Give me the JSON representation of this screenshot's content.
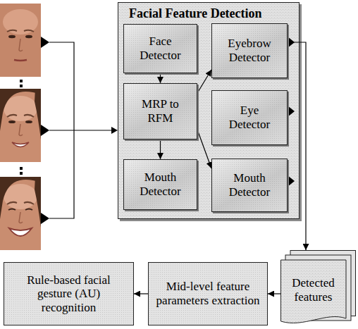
{
  "diagram": {
    "nodes": [
      {
        "text": [
          "Facial Feature Detection"
        ]
      },
      {
        "text": [
          "Face Detector"
        ],
        "in": 0
      },
      {
        "text": [
          "MRP to RFM"
        ],
        "in": 0
      },
      {
        "text": [
          "Mouth Detector"
        ],
        "in": 0
      },
      {
        "text": [
          "Eyebrow Detector"
        ],
        "in": 0
      },
      {
        "text": [
          "Eye Detector"
        ],
        "in": 0
      },
      {
        "text": [
          "Mouth Detector"
        ],
        "in": 0
      },
      {
        "text": [
          "Rule-based facial gesture (AU) recognition"
        ]
      },
      {
        "text": [
          "Mid-level feature parameters extraction"
        ]
      },
      {
        "text": [
          "Detected features"
        ]
      }
    ],
    "edges": [
      {
        "from": 1,
        "to": 2,
        "arrow": "to"
      },
      {
        "from": 2,
        "to": 3,
        "arrow": "to"
      },
      {
        "from": 2,
        "to": 4,
        "arrow": "to"
      },
      {
        "from": 2,
        "to": 6,
        "arrow": "to"
      },
      {
        "from": 4,
        "to": 9,
        "arrow": "to"
      },
      {
        "from": 9,
        "to": 8,
        "arrow": "to"
      },
      {
        "from": 8,
        "to": 7,
        "arrow": "to"
      }
    ]
  }
}
